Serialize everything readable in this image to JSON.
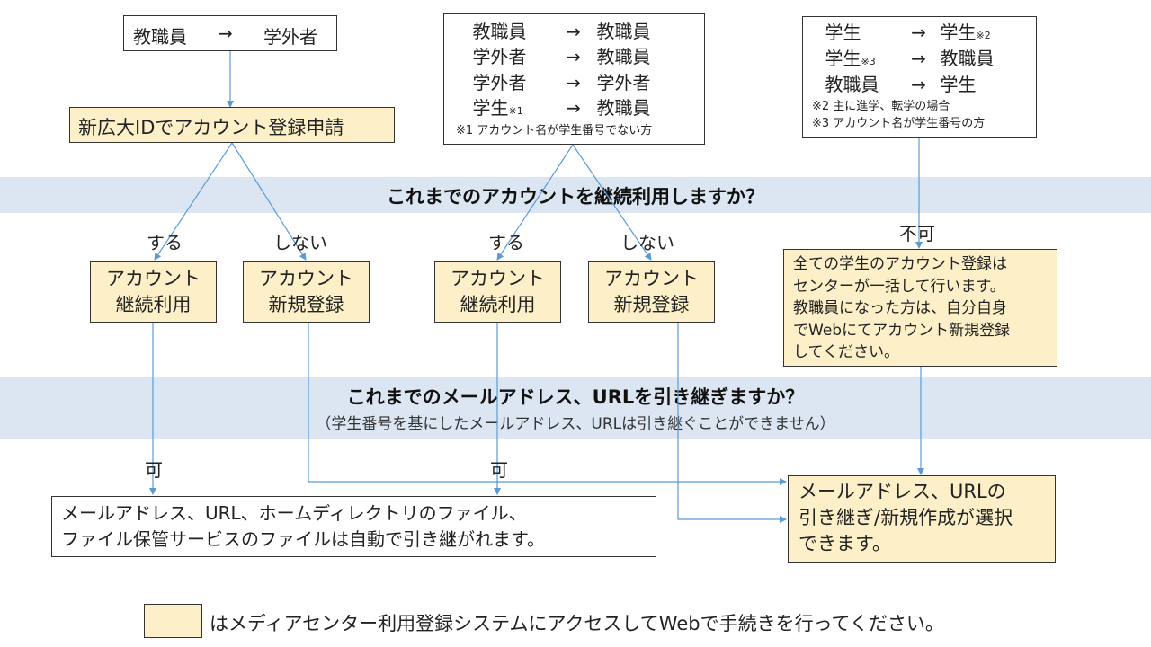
{
  "q1": {
    "title": "これまでのアカウントを継続利用しますか？"
  },
  "q2": {
    "title": "これまでのメールアドレス、URLを引き継ぎますか？",
    "sub": "（学生番号を基にしたメールアドレス、URLは引き継ぐことができません）"
  },
  "col1": {
    "from": "教職員",
    "arrow": "→",
    "to": "学外者",
    "apply": "新広大IDでアカウント登録申請"
  },
  "col2": {
    "rows": [
      {
        "from": "教職員",
        "mark": "",
        "to": "教職員"
      },
      {
        "from": "学外者",
        "mark": "",
        "to": "教職員"
      },
      {
        "from": "学外者",
        "mark": "",
        "to": "学外者"
      },
      {
        "from": "学生",
        "mark": "※1",
        "to": "教職員"
      }
    ],
    "arrow": "→",
    "note": "※1 アカウント名が学生番号でない方"
  },
  "col3": {
    "rows": [
      {
        "from": "学生",
        "mark": "",
        "to": "学生",
        "tmark": "※2"
      },
      {
        "from": "学生",
        "mark": "※3",
        "to": "教職員",
        "tmark": ""
      },
      {
        "from": "教職員",
        "mark": "",
        "to": "学生",
        "tmark": ""
      }
    ],
    "arrow": "→",
    "note1": "※2 主に進学、転学の場合",
    "note2": "※3 アカウント名が学生番号の方",
    "impossible": "不可",
    "info": "全ての学生のアカウント登録はセンターが一括して行います。教職員になった方は、自分自身でWebにてアカウント新規登録してください。",
    "info_lines": [
      "全ての学生のアカウント登録は",
      "センターが一括して行います。",
      "教職員になった方は、自分自身",
      "でWebにてアカウント新規登録",
      "してください。"
    ]
  },
  "answers": {
    "yes": "する",
    "no": "しない",
    "ok": "可"
  },
  "boxes": {
    "continue_l1": "アカウント",
    "continue_l2": "継続利用",
    "new_l1": "アカウント",
    "new_l2": "新規登録"
  },
  "result_auto": {
    "line1": "メールアドレス、URL、ホームディレクトリのファイル、",
    "line2": "ファイル保管サービスのファイルは自動で引き継がれます。"
  },
  "result_select": {
    "line1": "メールアドレス、URLの",
    "line2": "引き継ぎ/新規作成が選択",
    "line3": "できます。"
  },
  "legend": {
    "text": "はメディアセンター利用登録システムにアクセスしてWebで手続きを行ってください。"
  },
  "colors": {
    "band": "#dce6f2",
    "yellow": "#fdf0c8",
    "line": "#5b9bd5"
  }
}
